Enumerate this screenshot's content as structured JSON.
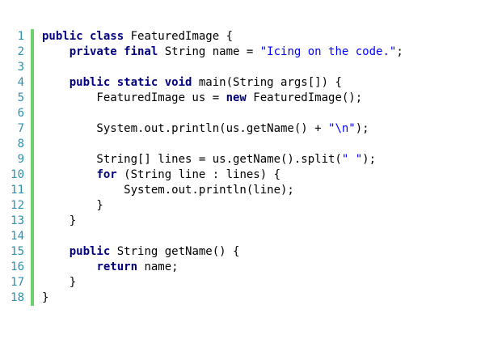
{
  "colors": {
    "background": "#ffffff",
    "line_number": "#2b91af",
    "change_bar": "#6cd26c",
    "keyword": "#000080",
    "string": "#0000ff",
    "text": "#000000"
  },
  "editor": {
    "lines": [
      {
        "number": "1",
        "tokens": [
          {
            "t": "kw",
            "v": "public class"
          },
          {
            "t": "pl",
            "v": " FeaturedImage {"
          }
        ]
      },
      {
        "number": "2",
        "tokens": [
          {
            "t": "pl",
            "v": "    "
          },
          {
            "t": "kw",
            "v": "private final"
          },
          {
            "t": "pl",
            "v": " String name = "
          },
          {
            "t": "str",
            "v": "\"Icing on the code.\""
          },
          {
            "t": "pl",
            "v": ";"
          }
        ]
      },
      {
        "number": "3",
        "tokens": []
      },
      {
        "number": "4",
        "tokens": [
          {
            "t": "pl",
            "v": "    "
          },
          {
            "t": "kw",
            "v": "public static void"
          },
          {
            "t": "pl",
            "v": " main(String args[]) {"
          }
        ]
      },
      {
        "number": "5",
        "tokens": [
          {
            "t": "pl",
            "v": "        FeaturedImage us = "
          },
          {
            "t": "kw",
            "v": "new"
          },
          {
            "t": "pl",
            "v": " FeaturedImage();"
          }
        ]
      },
      {
        "number": "6",
        "tokens": []
      },
      {
        "number": "7",
        "tokens": [
          {
            "t": "pl",
            "v": "        System.out.println(us.getName() + "
          },
          {
            "t": "str",
            "v": "\"\\n\""
          },
          {
            "t": "pl",
            "v": ");"
          }
        ]
      },
      {
        "number": "8",
        "tokens": []
      },
      {
        "number": "9",
        "tokens": [
          {
            "t": "pl",
            "v": "        String[] lines = us.getName().split("
          },
          {
            "t": "str",
            "v": "\" \""
          },
          {
            "t": "pl",
            "v": ");"
          }
        ]
      },
      {
        "number": "10",
        "tokens": [
          {
            "t": "pl",
            "v": "        "
          },
          {
            "t": "kw",
            "v": "for"
          },
          {
            "t": "pl",
            "v": " (String line : lines) {"
          }
        ]
      },
      {
        "number": "11",
        "tokens": [
          {
            "t": "pl",
            "v": "            System.out.println(line);"
          }
        ]
      },
      {
        "number": "12",
        "tokens": [
          {
            "t": "pl",
            "v": "        }"
          }
        ]
      },
      {
        "number": "13",
        "tokens": [
          {
            "t": "pl",
            "v": "    }"
          }
        ]
      },
      {
        "number": "14",
        "tokens": []
      },
      {
        "number": "15",
        "tokens": [
          {
            "t": "pl",
            "v": "    "
          },
          {
            "t": "kw",
            "v": "public"
          },
          {
            "t": "pl",
            "v": " String getName() {"
          }
        ]
      },
      {
        "number": "16",
        "tokens": [
          {
            "t": "pl",
            "v": "        "
          },
          {
            "t": "kw",
            "v": "return"
          },
          {
            "t": "pl",
            "v": " name;"
          }
        ]
      },
      {
        "number": "17",
        "tokens": [
          {
            "t": "pl",
            "v": "    }"
          }
        ]
      },
      {
        "number": "18",
        "tokens": [
          {
            "t": "pl",
            "v": "}"
          }
        ]
      }
    ]
  }
}
